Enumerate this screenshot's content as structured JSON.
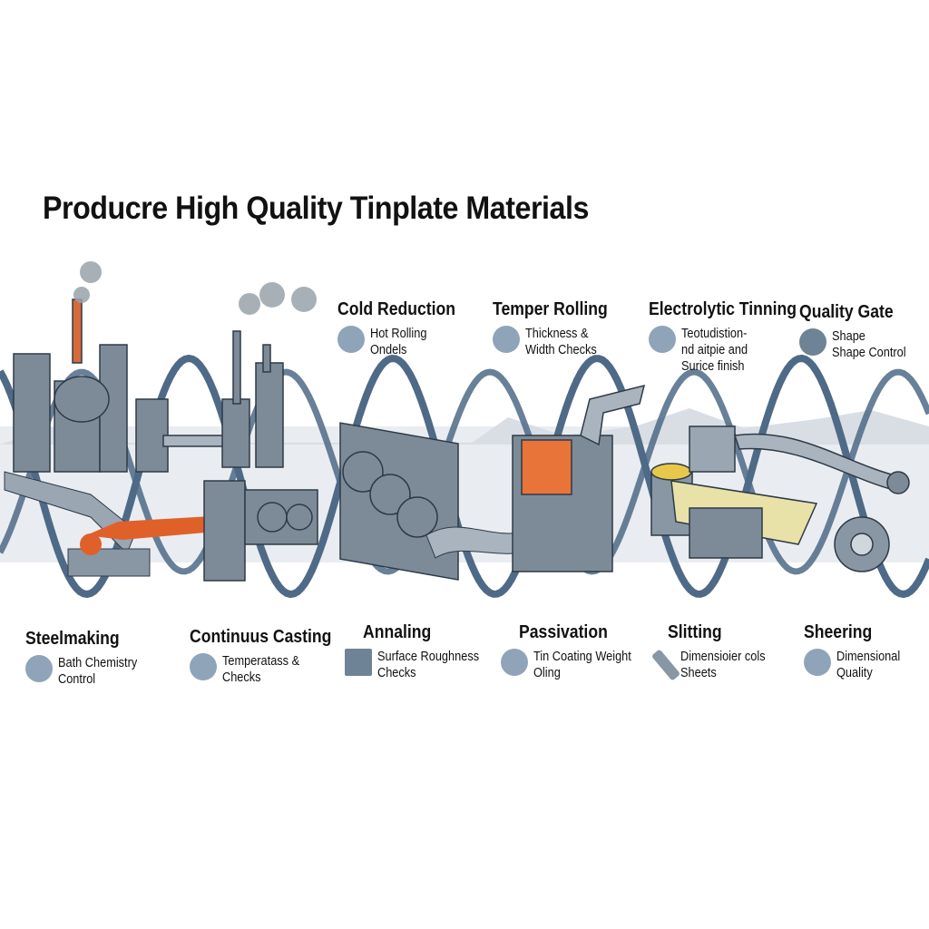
{
  "title": "Producre High Quality Tinplate Materials",
  "top_steps": [
    {
      "name": "Cold Reduction",
      "lines": [
        "Hot Rolling",
        "Ondels"
      ],
      "icon": "rolling-mill-icon"
    },
    {
      "name": "Temper Rolling",
      "lines": [
        "Thickness &",
        "Width Checks"
      ],
      "icon": "gauge-icon"
    },
    {
      "name": "Electrolytic Tinning",
      "lines": [
        "Teotudistion-",
        "nd aitpie and",
        "Surice finish"
      ],
      "icon": "coil-icon"
    },
    {
      "name": "Quality Gate",
      "lines": [
        "Shape",
        "Shape Control"
      ],
      "icon": "wrench-icon"
    }
  ],
  "bottom_steps": [
    {
      "name": "Steelmaking",
      "lines": [
        "Bath Chemistry",
        "Control"
      ],
      "icon": "ladle-icon"
    },
    {
      "name": "Continuus Casting",
      "lines": [
        "Temperatass &",
        "Checks"
      ],
      "icon": "thermometer-icon"
    },
    {
      "name": "Annaling",
      "lines": [
        "Surface Roughness",
        "Checks"
      ],
      "icon": "furnace-icon"
    },
    {
      "name": "Passivation",
      "lines": [
        "Tin Coating Weight",
        "Oling"
      ],
      "icon": "flask-icon"
    },
    {
      "name": "Slitting",
      "lines": [
        "Dimensioier cols",
        "Sheets"
      ],
      "icon": "blade-icon"
    },
    {
      "name": "Sheering",
      "lines": [
        "Dimensional",
        "Quality"
      ],
      "icon": "shear-icon"
    }
  ],
  "colors": {
    "wave": "#4e6a86",
    "machine": "#7d8b99",
    "molten": "#e0602a",
    "band": "#e9edf1"
  }
}
